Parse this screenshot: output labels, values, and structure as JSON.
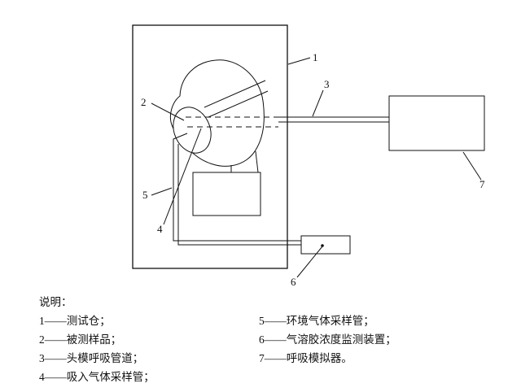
{
  "figure": {
    "callouts": [
      "1",
      "2",
      "3",
      "4",
      "5",
      "6",
      "7"
    ]
  },
  "legend": {
    "title": "说明：",
    "left": [
      "1——测试仓；",
      "2——被测样品；",
      "3——头模呼吸管道；",
      "4——吸入气体采样管；"
    ],
    "right": [
      "5——环境气体采样管；",
      "6——气溶胶浓度监测装置；",
      "7——呼吸模拟器。"
    ]
  },
  "colors": {
    "ink": "#111111",
    "background": "#ffffff"
  }
}
